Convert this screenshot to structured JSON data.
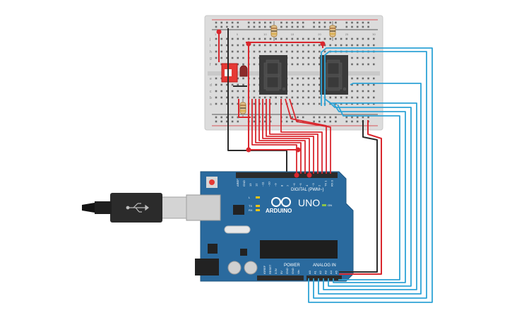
{
  "board": {
    "brand": "ARDUINO",
    "model": "UNO",
    "header_digital": "DIGITAL (PWM~)",
    "header_power": "POWER",
    "header_analog": "ANALOG IN",
    "led_on": "ON",
    "led_l": "L",
    "led_tx": "TX",
    "led_rx": "RX",
    "pin_labels_digital": [
      "AREF",
      "GND",
      "13",
      "12",
      "~11",
      "~10",
      "~9",
      "8",
      "7",
      "~6",
      "~5",
      "4",
      "~3",
      "2",
      "TX 1",
      "RX 0"
    ],
    "pin_labels_power": [
      "IOREF",
      "RESET",
      "3.3V",
      "5V",
      "GND",
      "GND",
      "Vin"
    ],
    "pin_labels_analog": [
      "A0",
      "A1",
      "A2",
      "A3",
      "A4",
      "A5"
    ]
  },
  "breadboard": {
    "row_letters_top": [
      "j",
      "i",
      "h",
      "g",
      "f"
    ],
    "row_letters_bottom": [
      "e",
      "d",
      "c",
      "b",
      "a"
    ],
    "col_numbers": [
      "1",
      "5",
      "10",
      "15",
      "20",
      "25",
      "30"
    ]
  },
  "colors": {
    "wire_red": "#d9272e",
    "wire_blue": "#2ea3d6",
    "wire_black": "#2b2b2b",
    "board_blue": "#2a6a9e",
    "segment_display": "#3a3a3a",
    "switch_red": "#e53935"
  }
}
